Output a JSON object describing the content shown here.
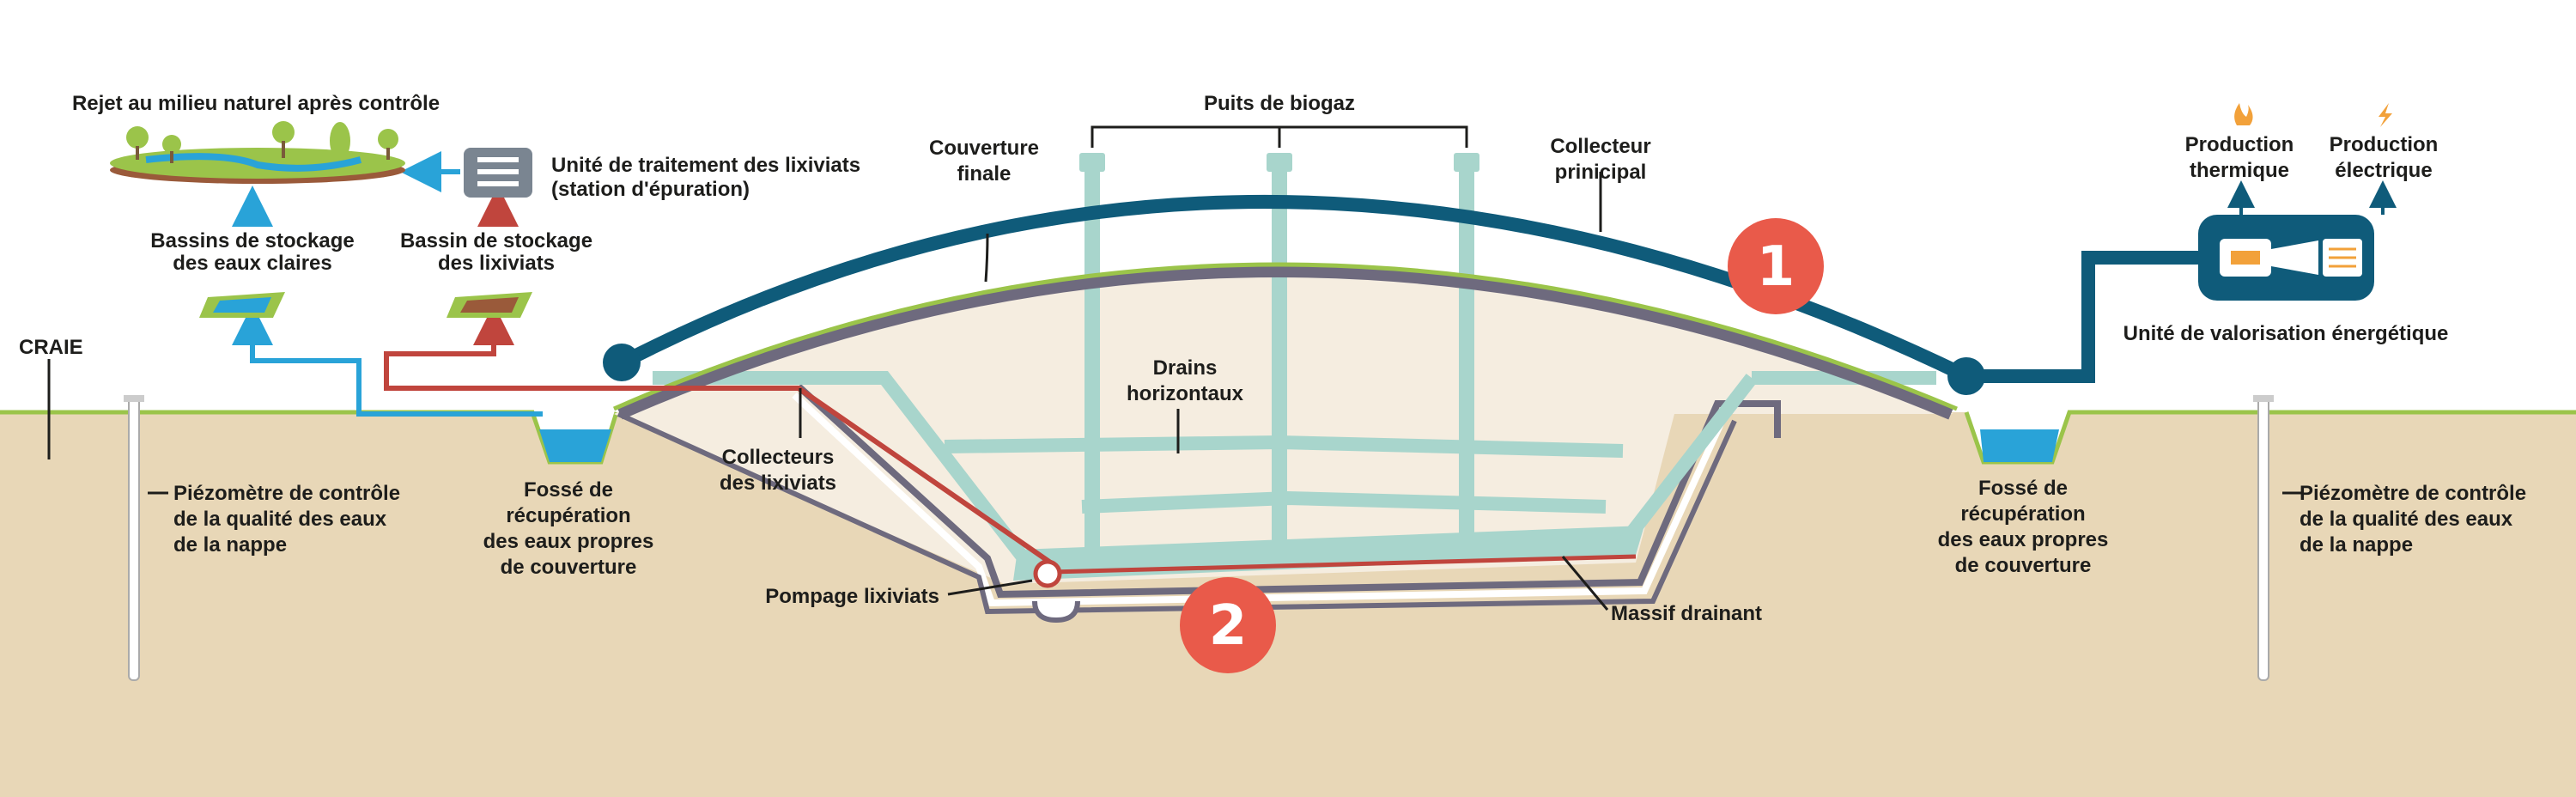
{
  "labels": {
    "rejet": "Rejet au milieu naturel après contrôle",
    "traitement_1": "Unité de traitement des lixiviats",
    "traitement_2": "(station d'épuration)",
    "bassins_claires_1": "Bassins de stockage",
    "bassins_claires_2": "des eaux claires",
    "bassin_lixiviats_1": "Bassin de stockage",
    "bassin_lixiviats_2": "des lixiviats",
    "craie": "CRAIE",
    "piezo_left_1": "Piézomètre de contrôle",
    "piezo_left_2": "de la qualité des eaux",
    "piezo_left_3": "de la nappe",
    "fosse_left_1": "Fossé de",
    "fosse_left_2": "récupération",
    "fosse_left_3": "des eaux propres",
    "fosse_left_4": "de couverture",
    "collecteurs_lix_1": "Collecteurs",
    "collecteurs_lix_2": "des lixiviats",
    "pompage": "Pompage lixiviats",
    "couverture_1": "Couverture",
    "couverture_2": "finale",
    "puits": "Puits de biogaz",
    "drains_1": "Drains",
    "drains_2": "horizontaux",
    "collecteur_principal_1": "Collecteur",
    "collecteur_principal_2": "prinicipal",
    "massif": "Massif drainant",
    "prod_thermique_1": "Production",
    "prod_thermique_2": "thermique",
    "prod_electrique_1": "Production",
    "prod_electrique_2": "électrique",
    "valorisation": "Unité de valorisation énergétique",
    "fosse_right_1": "Fossé de",
    "fosse_right_2": "récupération",
    "fosse_right_3": "des eaux propres",
    "fosse_right_4": "de couverture",
    "piezo_right_1": "Piézomètre de contrôle",
    "piezo_right_2": "de la qualité des eaux",
    "piezo_right_3": "de la nappe"
  },
  "badges": {
    "one": "1",
    "two": "2"
  },
  "colors": {
    "ground": "#e8d7b7",
    "waste": "#f5ede0",
    "drain": "#a8d5cc",
    "biogas_pipe": "#0f5b7a",
    "leachate_line": "#c0453d",
    "liner": "#6e6a7e",
    "cover_green": "#9bc44a",
    "clear_water": "#29a3d8",
    "badge": "#e95a4a"
  }
}
